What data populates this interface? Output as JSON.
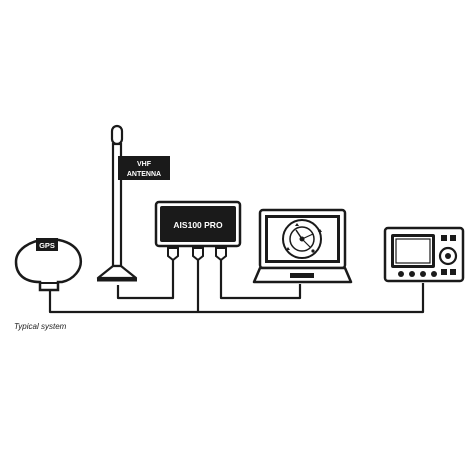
{
  "labels": {
    "gps": "GPS",
    "vhf_line1": "VHF",
    "vhf_line2": "ANTENNA",
    "ais_unit": "AIS100 PRO"
  },
  "caption": "Typical system",
  "colors": {
    "line": "#1a1a1a",
    "background": "#ffffff"
  },
  "icons": [
    "gps-antenna-icon",
    "vhf-antenna-icon",
    "ais-transponder-icon",
    "laptop-icon",
    "chartplotter-icon"
  ]
}
